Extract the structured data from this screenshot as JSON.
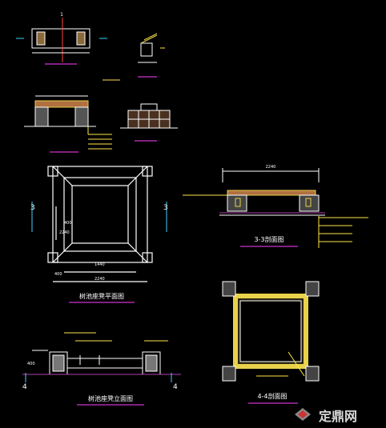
{
  "drawing": {
    "section_markers": {
      "s1": "1",
      "s3": "3",
      "s4": "4"
    },
    "dimensions": {
      "plan_inner_top": "400",
      "plan_side": "2240",
      "plan_inner": "1440",
      "plan_bottom_inner": "1440",
      "plan_bottom_total": "2240",
      "plan_offset": "400",
      "section3_total": "2240",
      "elev_height": "400"
    },
    "titles": {
      "main_plan": "树池座凳平面图",
      "section_3_3": "3-3剖面图",
      "elevation": "树池座凳立面图",
      "section_4_4": "4-4剖面图"
    }
  },
  "watermark": {
    "text": "定鼎网",
    "color": "#d9d9d9"
  },
  "colors": {
    "line": "#ffffff",
    "hatch": "#e8d24a",
    "dim": "#ffffff",
    "leader": "#ffe94a",
    "callout": "#c040c0",
    "ground": "#b040b0",
    "cyan": "#40d0ff"
  }
}
